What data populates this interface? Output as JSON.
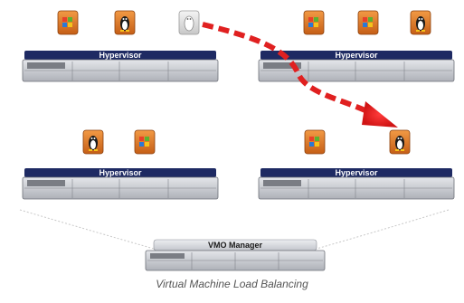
{
  "hosts": [
    {
      "label": "Hypervisor",
      "vms": [
        "windows-vm",
        "linux-vm",
        "linux-vm-migrating"
      ]
    },
    {
      "label": "Hypervisor",
      "vms": [
        "windows-vm",
        "windows-vm",
        "linux-vm"
      ]
    },
    {
      "label": "Hypervisor",
      "vms": [
        "linux-vm",
        "windows-vm"
      ]
    },
    {
      "label": "Hypervisor",
      "vms": [
        "windows-vm",
        "linux-vm-migrated"
      ]
    }
  ],
  "manager": {
    "label": "VMO Manager"
  },
  "caption": "Virtual Machine Load Balancing",
  "colors": {
    "hypervisor_band": "#1e2a63",
    "manager_band": "#d0d3d8",
    "vm_icon_bg": "#e07a2a",
    "vm_icon_ghost": "#e6e6e6",
    "arrow": "#e02020",
    "server_body": "#c9cbd0"
  },
  "icons": {
    "windows": "windows-flag-icon",
    "linux": "tux-penguin-icon"
  }
}
